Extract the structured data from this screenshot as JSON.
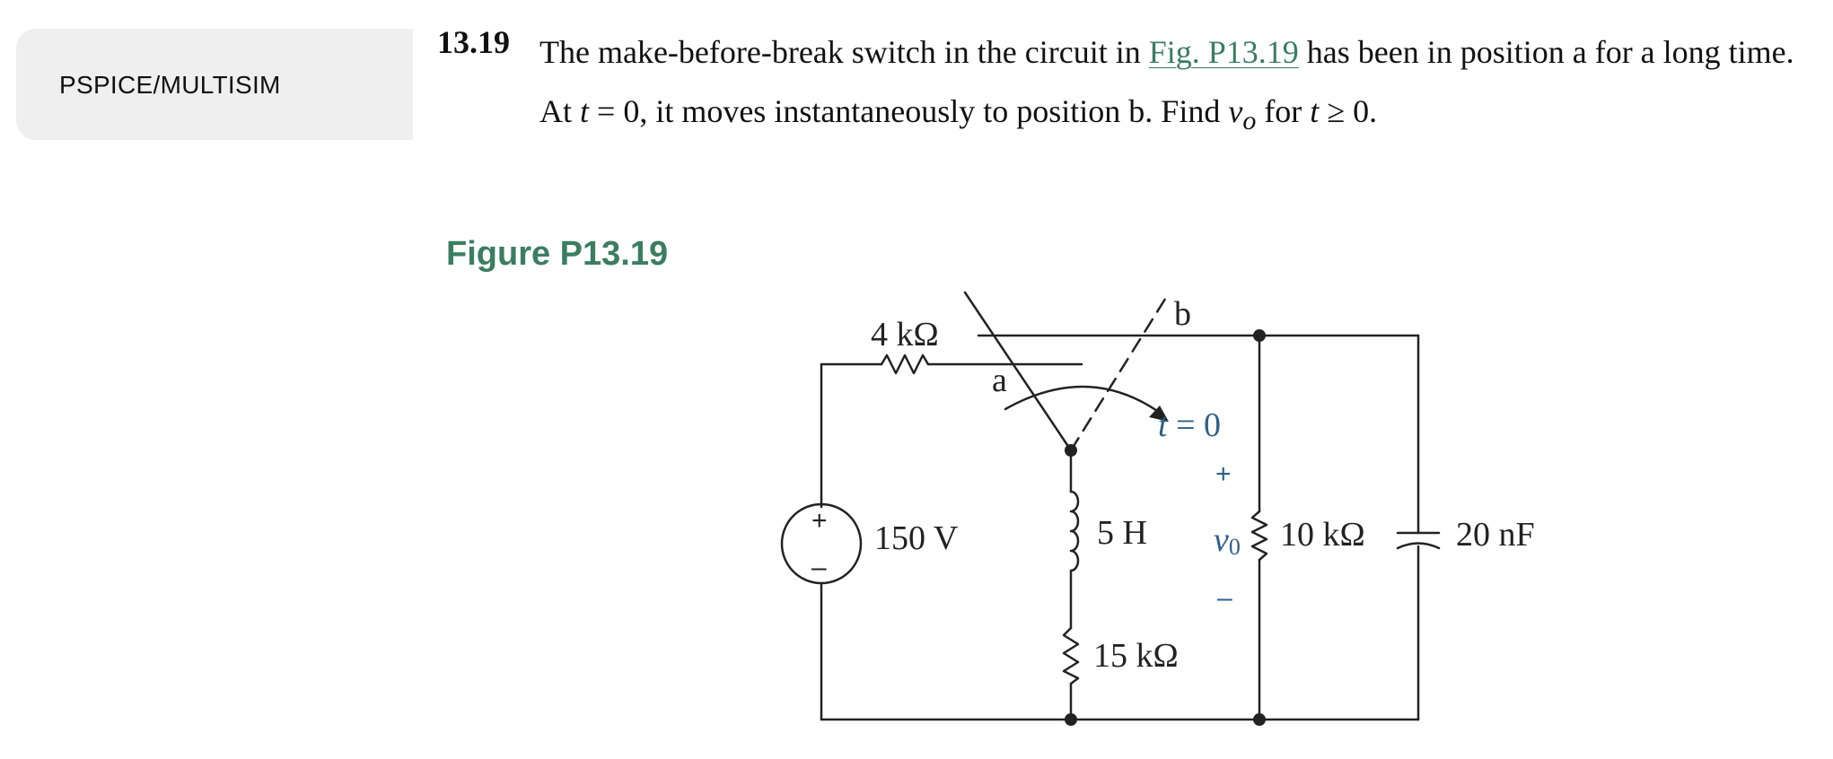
{
  "sidebar": {
    "tag_label": "PSPICE/MULTISIM"
  },
  "problem": {
    "number": "13.19",
    "text_1": "The make-before-break switch in the circuit in ",
    "fig_link": "Fig. P13.19",
    "text_2": " has been in position a for a long time. At ",
    "math_t1": "t",
    "text_3": " = 0, it moves instantaneously to position b. Find ",
    "math_v": "v",
    "math_v_sub": "o",
    "text_4": " for ",
    "math_t2": "t",
    "text_5": " ≥ 0."
  },
  "figure": {
    "title": "Figure P13.19",
    "labels": {
      "r1": "4 kΩ",
      "source": "150 V",
      "source_plus": "+",
      "source_minus": "–",
      "switch_a": "a",
      "switch_b": "b",
      "switch_time_var": "t",
      "switch_time_rest": " = 0",
      "inductor": "5 H",
      "r2": "15 kΩ",
      "vo_plus": "+",
      "vo_label": "v",
      "vo_sub": "0",
      "vo_minus": "–",
      "r3": "10 kΩ",
      "capacitor": "20 nF"
    }
  }
}
